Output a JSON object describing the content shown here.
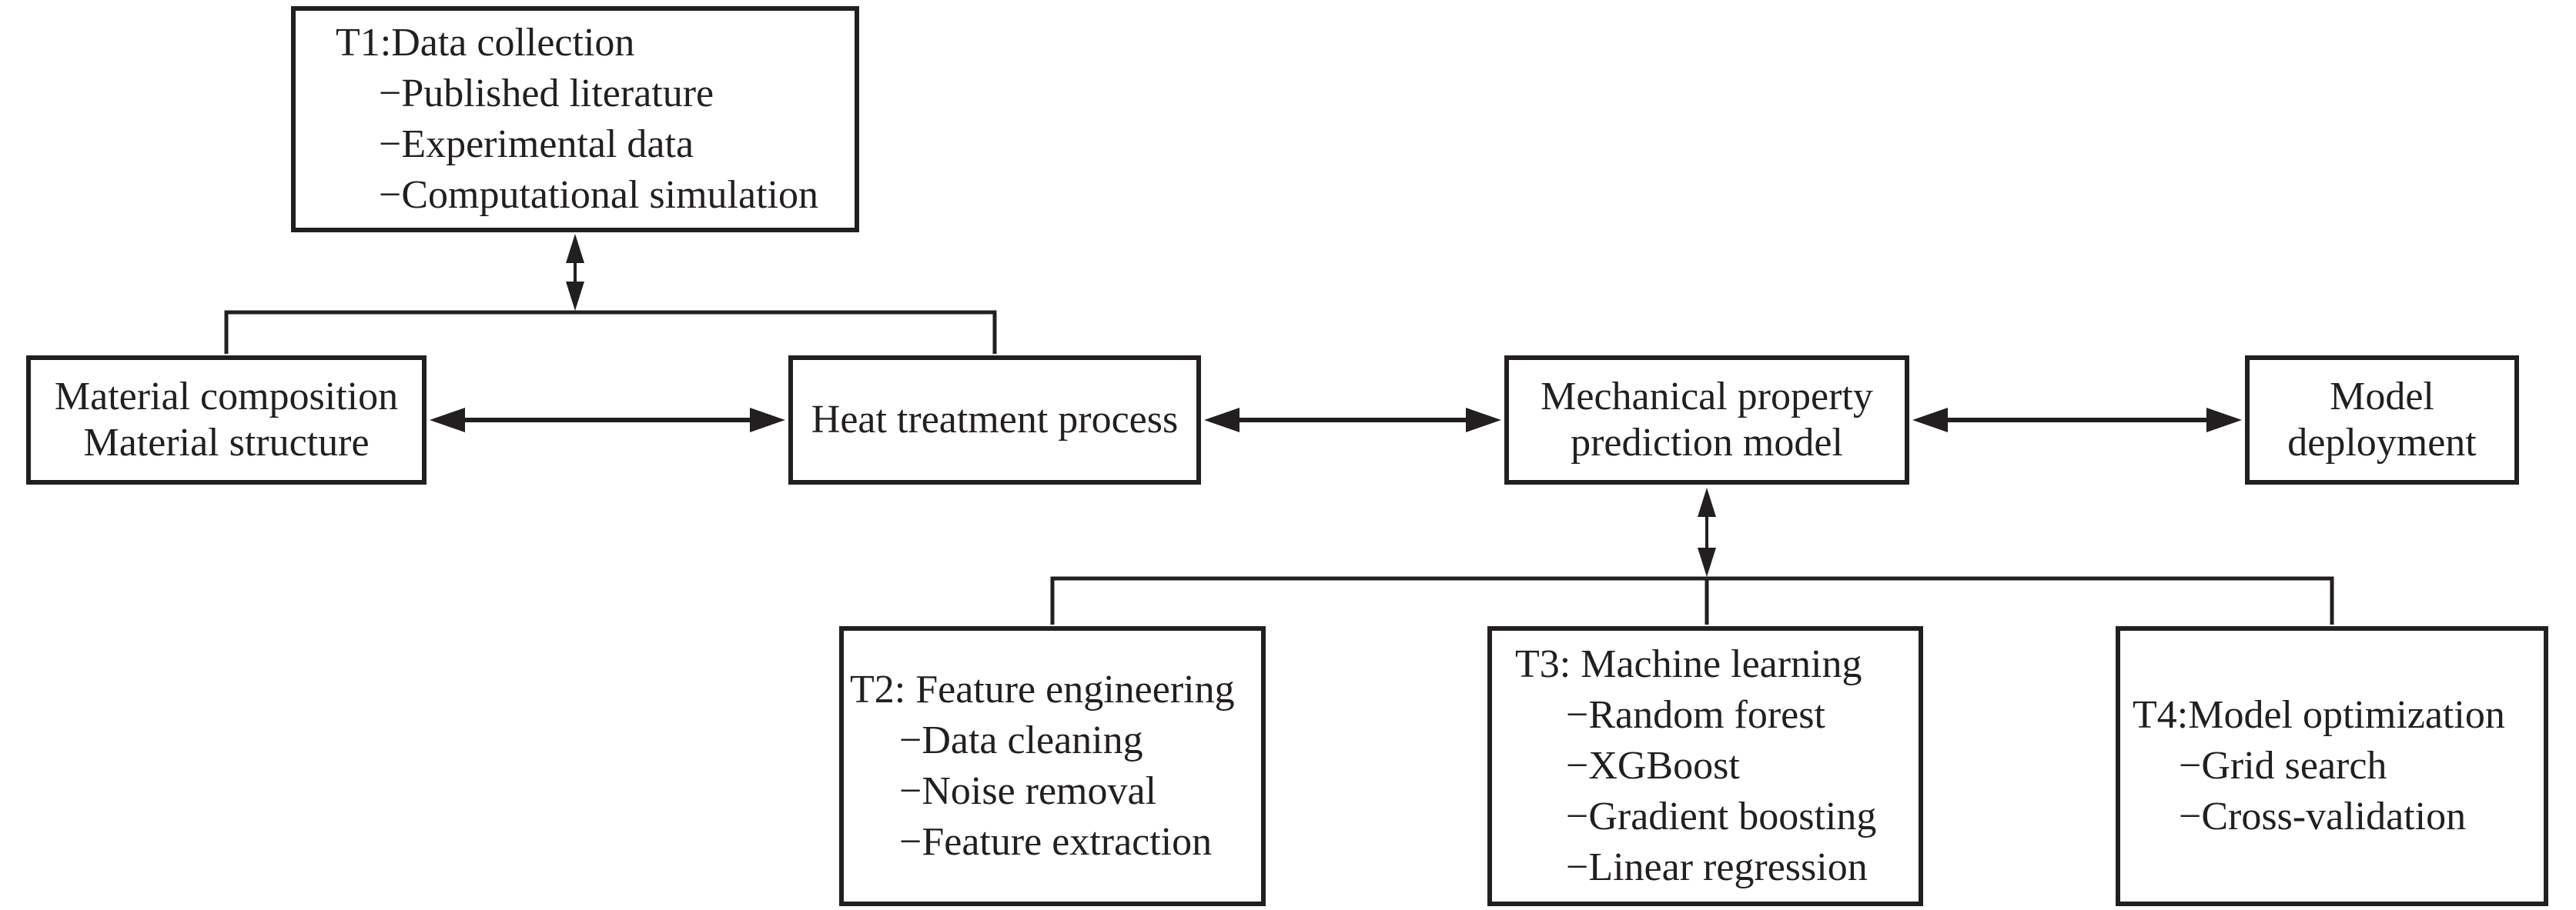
{
  "figure": {
    "kind": "flow-diagram",
    "background_color": "#ffffff",
    "line_color": "#231f20"
  },
  "boxes": {
    "t1": {
      "title": "T1:Data collection",
      "items": [
        "−Published literature",
        "−Experimental data",
        "−Computational simulation"
      ]
    },
    "material": {
      "lines": [
        "Material composition",
        "Material structure"
      ]
    },
    "heat": {
      "lines": [
        "Heat treatment process"
      ]
    },
    "mechanical": {
      "lines": [
        "Mechanical property",
        "prediction model"
      ]
    },
    "deployment": {
      "lines": [
        "Model",
        "deployment"
      ]
    },
    "t2": {
      "title": "T2: Feature engineering",
      "items": [
        "−Data cleaning",
        "−Noise removal",
        "−Feature extraction"
      ]
    },
    "t3": {
      "title": "T3: Machine learning",
      "items": [
        "−Random forest",
        "−XGBoost",
        "−Gradient boosting",
        "−Linear regression"
      ]
    },
    "t4": {
      "title": "T4:Model optimization",
      "items": [
        "−Grid search",
        "−Cross-validation"
      ]
    }
  },
  "connections": [
    {
      "from": "t1",
      "to": [
        "material",
        "heat"
      ],
      "type": "double-headed-arrow-via-bracket"
    },
    {
      "from": "material",
      "to": "heat",
      "type": "double-headed-arrow"
    },
    {
      "from": "heat",
      "to": "mechanical",
      "type": "double-headed-arrow"
    },
    {
      "from": "mechanical",
      "to": "deployment",
      "type": "double-headed-arrow"
    },
    {
      "from": "mechanical",
      "to": [
        "t2",
        "t3",
        "t4"
      ],
      "type": "double-headed-arrow-via-bracket"
    }
  ]
}
